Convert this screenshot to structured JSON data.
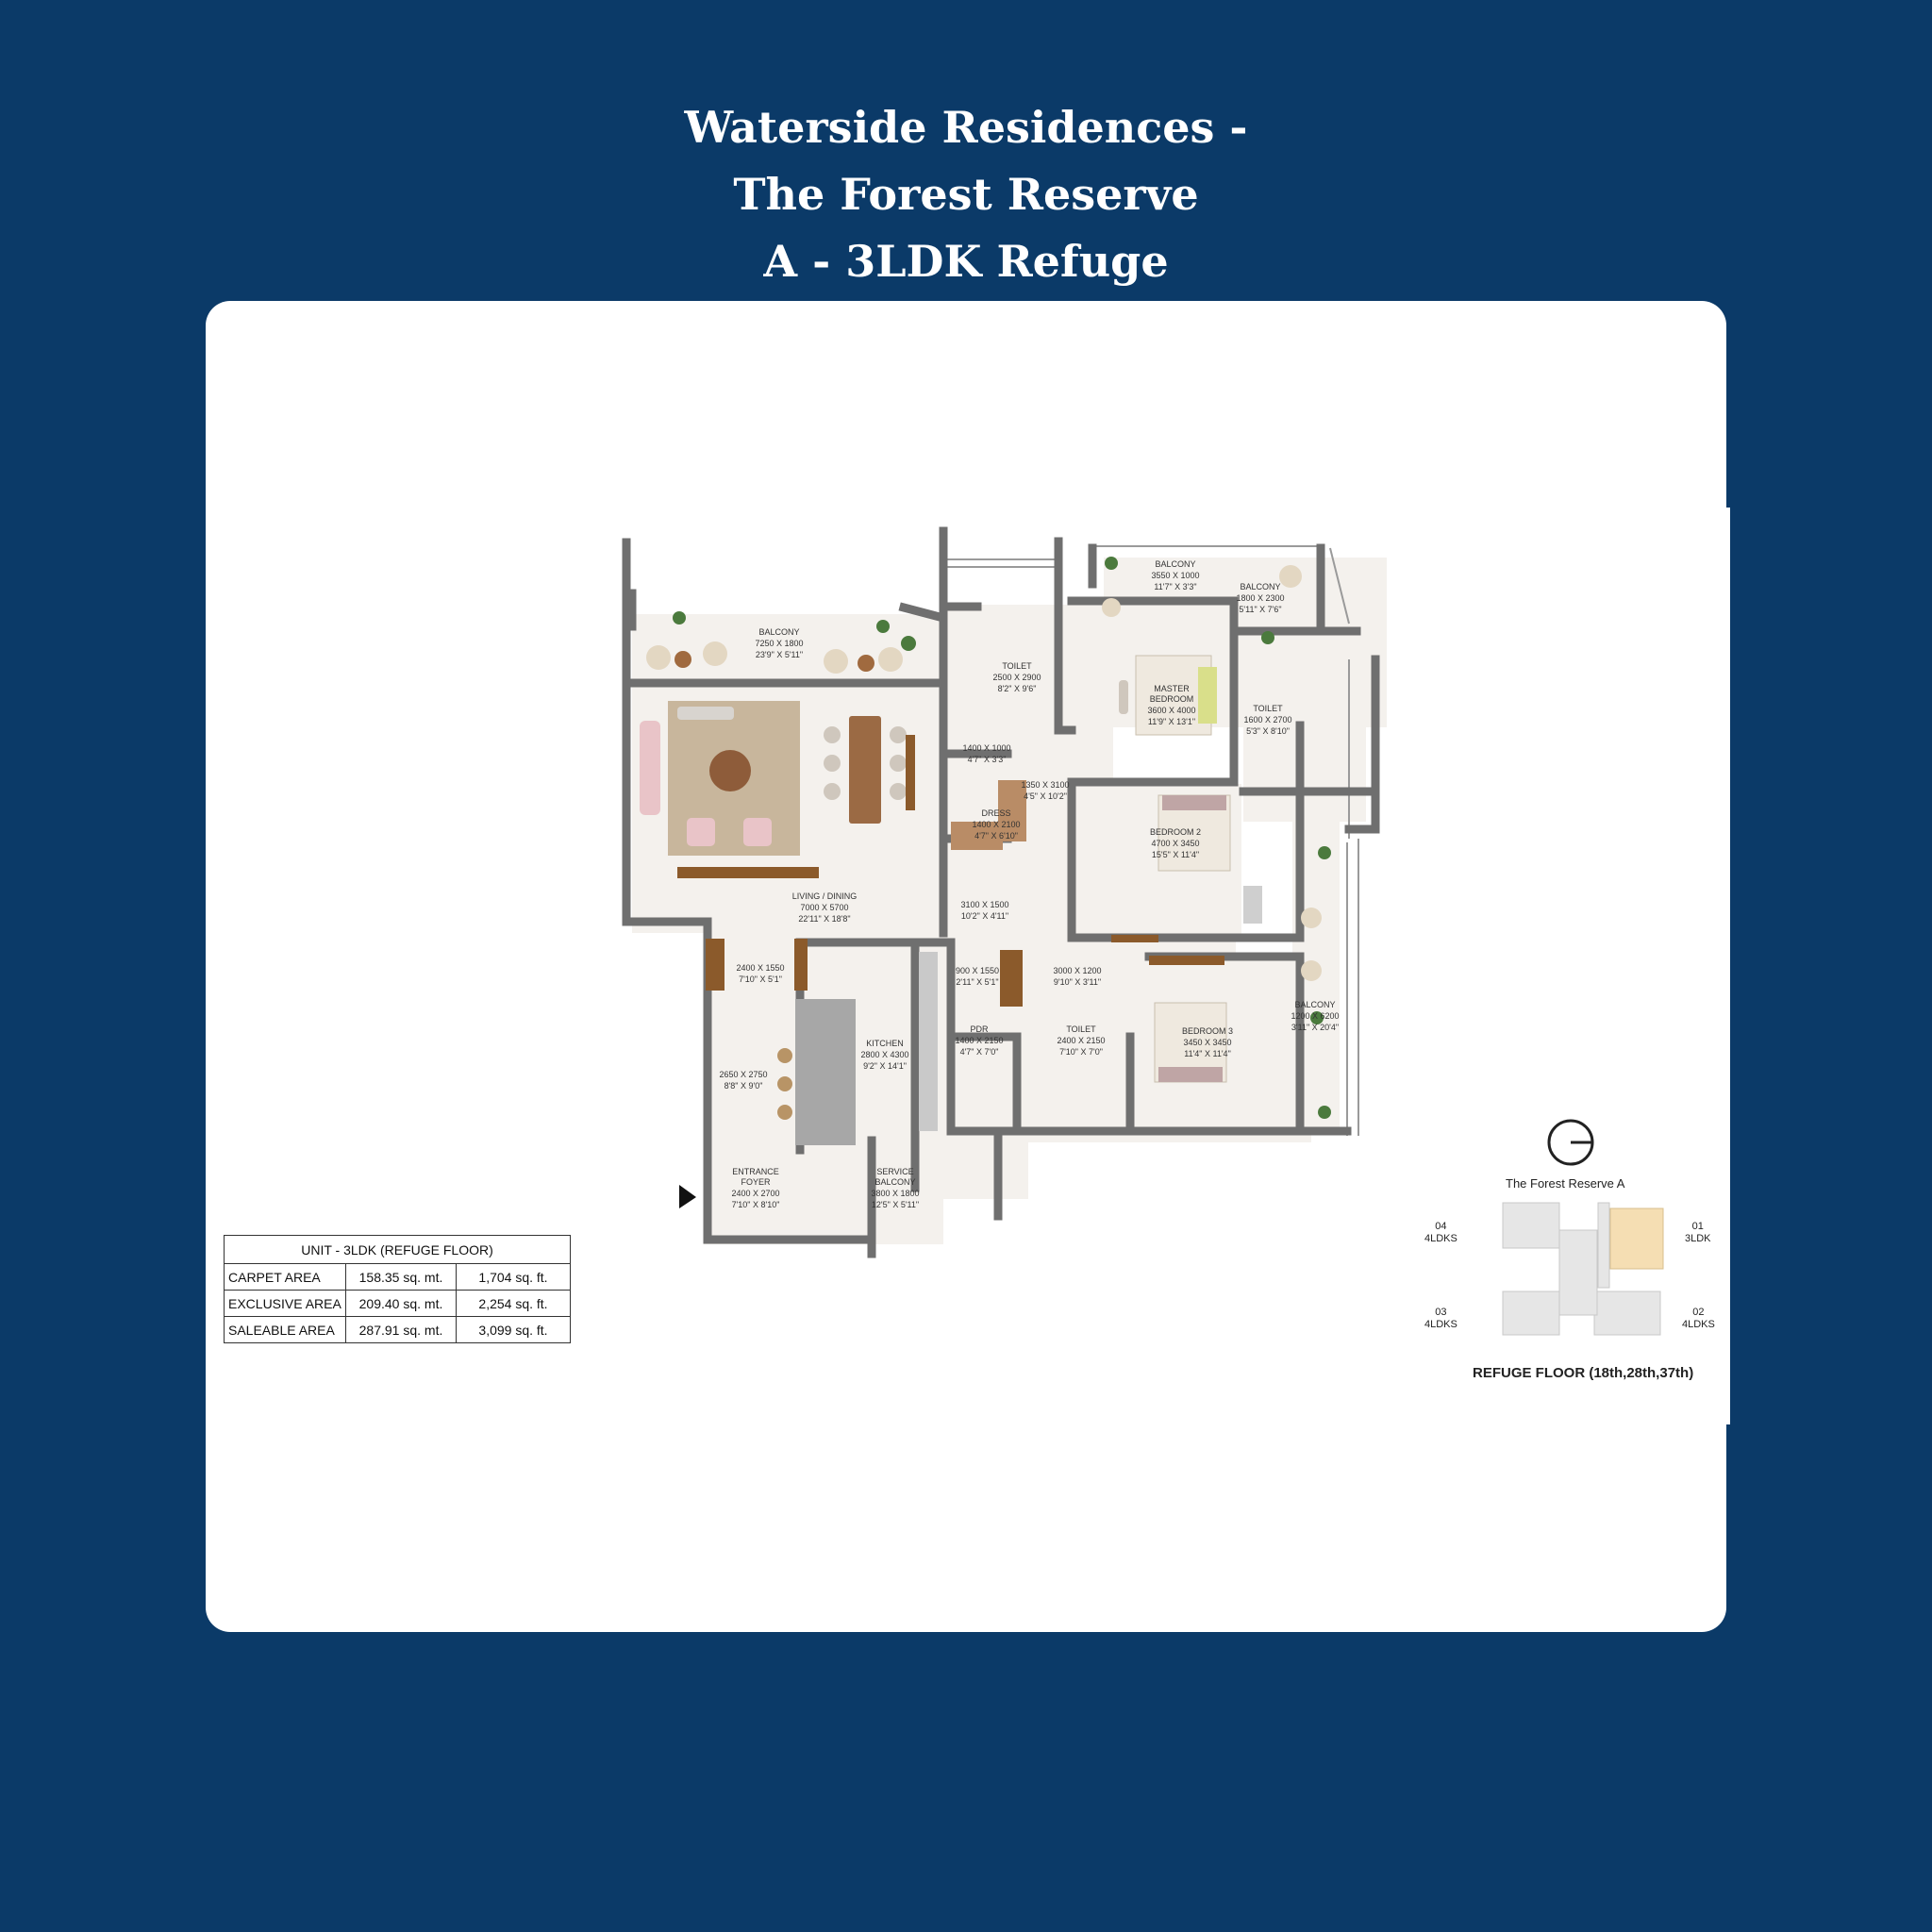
{
  "title": {
    "line1": "Waterside Residences -",
    "line2": "The Forest Reserve",
    "line3": "A - 3LDK Refuge"
  },
  "colors": {
    "background": "#0b3a68",
    "card": "#ffffff",
    "wall": "#7a7a7a",
    "floor": "#f4f1ed",
    "highlight_unit": "#f5deb3"
  },
  "rooms": {
    "balcony_living": {
      "name": "BALCONY",
      "dims_mm": "7250 X 1800",
      "dims_ft": "23'9\" X 5'11\""
    },
    "living_dining": {
      "name": "LIVING / DINING",
      "dims_mm": "7000 X 5700",
      "dims_ft": "22'11\" X 18'8\""
    },
    "toilet_1": {
      "name": "TOILET",
      "dims_mm": "2500 X 2900",
      "dims_ft": "8'2\" X 9'6\""
    },
    "passage_1": {
      "dims_mm": "1400 X 1000",
      "dims_ft": "4'7\" X 3'3\""
    },
    "passage_2": {
      "dims_mm": "1350 X 3100",
      "dims_ft": "4'5\" X 10'2\""
    },
    "dress": {
      "name": "DRESS",
      "dims_mm": "1400 X 2100",
      "dims_ft": "4'7\" X 6'10\""
    },
    "balcony_top": {
      "name": "BALCONY",
      "dims_mm": "3550 X 1000",
      "dims_ft": "11'7\" X 3'3\""
    },
    "balcony_top_right": {
      "name": "BALCONY",
      "dims_mm": "1800 X 2300",
      "dims_ft": "5'11\" X 7'6\""
    },
    "master_bedroom": {
      "name1": "MASTER",
      "name2": "BEDROOM",
      "dims_mm": "3600 X 4000",
      "dims_ft": "11'9\" X 13'1\""
    },
    "toilet_2": {
      "name": "TOILET",
      "dims_mm": "1600 X 2700",
      "dims_ft": "5'3\" X 8'10\""
    },
    "bedroom_2": {
      "name": "BEDROOM 2",
      "dims_mm": "4700 X 3450",
      "dims_ft": "15'5\" X 11'4\""
    },
    "passage_3": {
      "dims_mm": "3100 X 1500",
      "dims_ft": "10'2\" X 4'11\""
    },
    "passage_4": {
      "dims_mm": "2400 X 1550",
      "dims_ft": "7'10\" X 5'1\""
    },
    "passage_5": {
      "dims_mm": "900 X 1550",
      "dims_ft": "2'11\" X 5'1\""
    },
    "passage_6": {
      "dims_mm": "3000 X 1200",
      "dims_ft": "9'10\" X 3'11\""
    },
    "kitchen": {
      "name": "KITCHEN",
      "dims_mm": "2800 X 4300",
      "dims_ft": "9'2\" X 14'1\""
    },
    "pdr": {
      "name": "PDR",
      "dims_mm": "1400 X 2150",
      "dims_ft": "4'7\" X 7'0\""
    },
    "toilet_3": {
      "name": "TOILET",
      "dims_mm": "2400 X 2150",
      "dims_ft": "7'10\" X 7'0\""
    },
    "bedroom_3": {
      "name": "BEDROOM 3",
      "dims_mm": "3450 X 3450",
      "dims_ft": "11'4\" X 11'4\""
    },
    "balcony_right": {
      "name": "BALCONY",
      "dims_mm": "1200 X 6200",
      "dims_ft": "3'11\" X 20'4\""
    },
    "dining_extension": {
      "dims_mm": "2650 X 2750",
      "dims_ft": "8'8\" X 9'0\""
    },
    "entrance_foyer": {
      "name1": "ENTRANCE",
      "name2": "FOYER",
      "dims_mm": "2400 X 2700",
      "dims_ft": "7'10\" X 8'10\""
    },
    "service_balcony": {
      "name1": "SERVICE",
      "name2": "BALCONY",
      "dims_mm": "3800 X 1800",
      "dims_ft": "12'5\" X 5'11\""
    }
  },
  "area_table": {
    "header": "UNIT - 3LDK (REFUGE FLOOR)",
    "rows": [
      {
        "label": "CARPET AREA",
        "sqm": "158.35 sq. mt.",
        "sqft": "1,704 sq. ft."
      },
      {
        "label": "EXCLUSIVE AREA",
        "sqm": "209.40 sq. mt.",
        "sqft": "2,254 sq. ft."
      },
      {
        "label": "SALEABLE AREA",
        "sqm": "287.91 sq. mt.",
        "sqft": "3,099 sq. ft."
      }
    ]
  },
  "key_plan": {
    "tower_name": "The Forest Reserve A",
    "units": [
      {
        "number": "04",
        "type": "4LDKS"
      },
      {
        "number": "01",
        "type": "3LDK"
      },
      {
        "number": "03",
        "type": "4LDKS"
      },
      {
        "number": "02",
        "type": "4LDKS"
      }
    ],
    "floor_caption": "REFUGE FLOOR (18th,28th,37th)"
  }
}
